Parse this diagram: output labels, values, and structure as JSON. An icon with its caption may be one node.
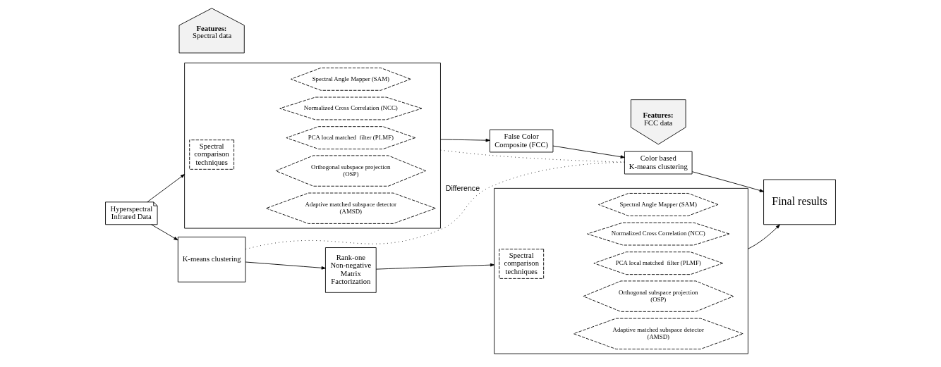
{
  "diagram": {
    "nodes": [
      {
        "text": [
          "Hyperspectral Infrared Data"
        ]
      },
      {
        "text": [],
        "shape": "box"
      },
      {
        "text": [
          "Spectral comparison techniques"
        ],
        "in": 1
      },
      {
        "text": [
          "Spectral Angle Mapper (SAM)"
        ],
        "in": 1
      },
      {
        "text": [
          "Normalized Cross Correlation (NCC)"
        ],
        "in": 1
      },
      {
        "text": [
          "PCA local matched  filter (PLMF)"
        ],
        "in": 1
      },
      {
        "text": [
          "Orthogonal subspace projection (OSP)"
        ],
        "in": 1
      },
      {
        "text": [
          "Adaptive matched subspace detector (AMSD)"
        ],
        "in": 1
      },
      {
        "text": [
          "False Color Composite (FCC)"
        ]
      },
      {
        "text": [
          "Features:",
          "FCC data"
        ]
      },
      {
        "text": [
          "Color based K-means clustering"
        ]
      },
      {
        "text": [
          "K-means clustering"
        ]
      },
      {
        "text": [
          "Features:",
          "Spectral data"
        ]
      },
      {
        "text": [
          "Rank-one Non-negative Matrix Factorization"
        ]
      },
      {
        "text": [],
        "shape": "box"
      },
      {
        "text": [
          "Spectral comparison techniques"
        ],
        "in": 14
      },
      {
        "text": [
          "Spectral Angle Mapper (SAM)"
        ],
        "in": 14
      },
      {
        "text": [
          "Normalized Cross Correlation (NCC)"
        ],
        "in": 14
      },
      {
        "text": [
          "PCA local matched  filter (PLMF)"
        ],
        "in": 14
      },
      {
        "text": [
          "Orthogonal subspace projection (OSP)"
        ],
        "in": 14
      },
      {
        "text": [
          "Adaptive matched subspace detector (AMSD)"
        ],
        "in": 14
      },
      {
        "text": [
          "Final results"
        ]
      }
    ],
    "edges": [
      {
        "from": 0,
        "to": 1,
        "arrow": "to"
      },
      {
        "from": 0,
        "to": 11,
        "arrow": "to"
      },
      {
        "from": 1,
        "to": 8,
        "arrow": "to"
      },
      {
        "from": 8,
        "to": 10,
        "arrow": "to"
      },
      {
        "from": 11,
        "to": 13,
        "arrow": "to"
      },
      {
        "from": 13,
        "to": 14,
        "arrow": "to"
      },
      {
        "from": 10,
        "to": 21,
        "arrow": "to"
      },
      {
        "from": 14,
        "to": 21,
        "arrow": "to"
      },
      {
        "from": 11,
        "to": 10,
        "arrow": "none",
        "label": "Difference",
        "style": "dashed"
      },
      {
        "from": 1,
        "to": 10,
        "arrow": "none",
        "style": "dashed"
      }
    ]
  }
}
